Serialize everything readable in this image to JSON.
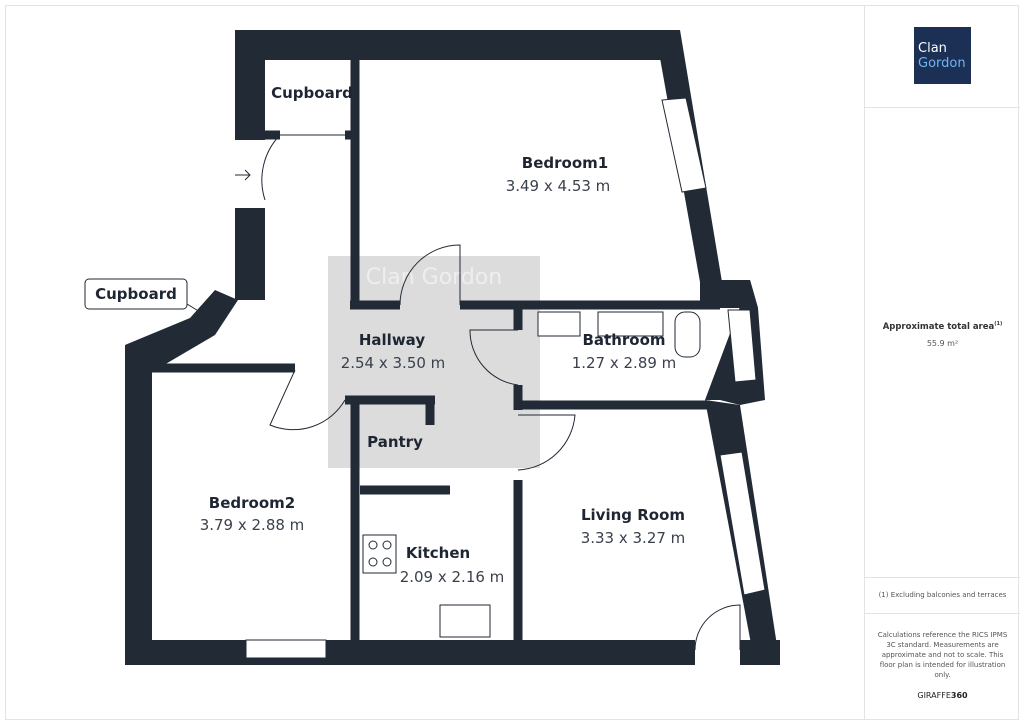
{
  "rooms": {
    "bedroom1": {
      "name": "Bedroom1",
      "dims": "3.49 x 4.53 m"
    },
    "hallway": {
      "name": "Hallway",
      "dims": "2.54 x 3.50 m"
    },
    "bathroom": {
      "name": "Bathroom",
      "dims": "1.27 x 2.89 m"
    },
    "bedroom2": {
      "name": "Bedroom2",
      "dims": "3.79 x 2.88 m"
    },
    "pantry": {
      "name": "Pantry"
    },
    "kitchen": {
      "name": "Kitchen",
      "dims": "2.09 x 2.16 m"
    },
    "living": {
      "name": "Living Room",
      "dims": "3.33 x 3.27 m"
    },
    "cupboard_top": {
      "name": "Cupboard"
    },
    "cupboard_callout": {
      "name": "Cupboard"
    }
  },
  "watermark": "Clan Gordon",
  "sidebar": {
    "logo_line1": "Clan",
    "logo_line2": "Gordon",
    "area_title": "Approximate total area",
    "area_sup": "(1)",
    "area_value": "55.9 m²",
    "footnote": "(1) Excluding balconies and terraces",
    "disclaimer": "Calculations reference the RICS IPMS 3C standard. Measurements are approximate and not to scale. This floor plan is intended for illustration only.",
    "brand_a": "GIRAFFE",
    "brand_b": "360"
  },
  "colors": {
    "wall": "#222a36",
    "logo_bg": "#1c2f55",
    "logo_accent": "#6db6f0"
  }
}
